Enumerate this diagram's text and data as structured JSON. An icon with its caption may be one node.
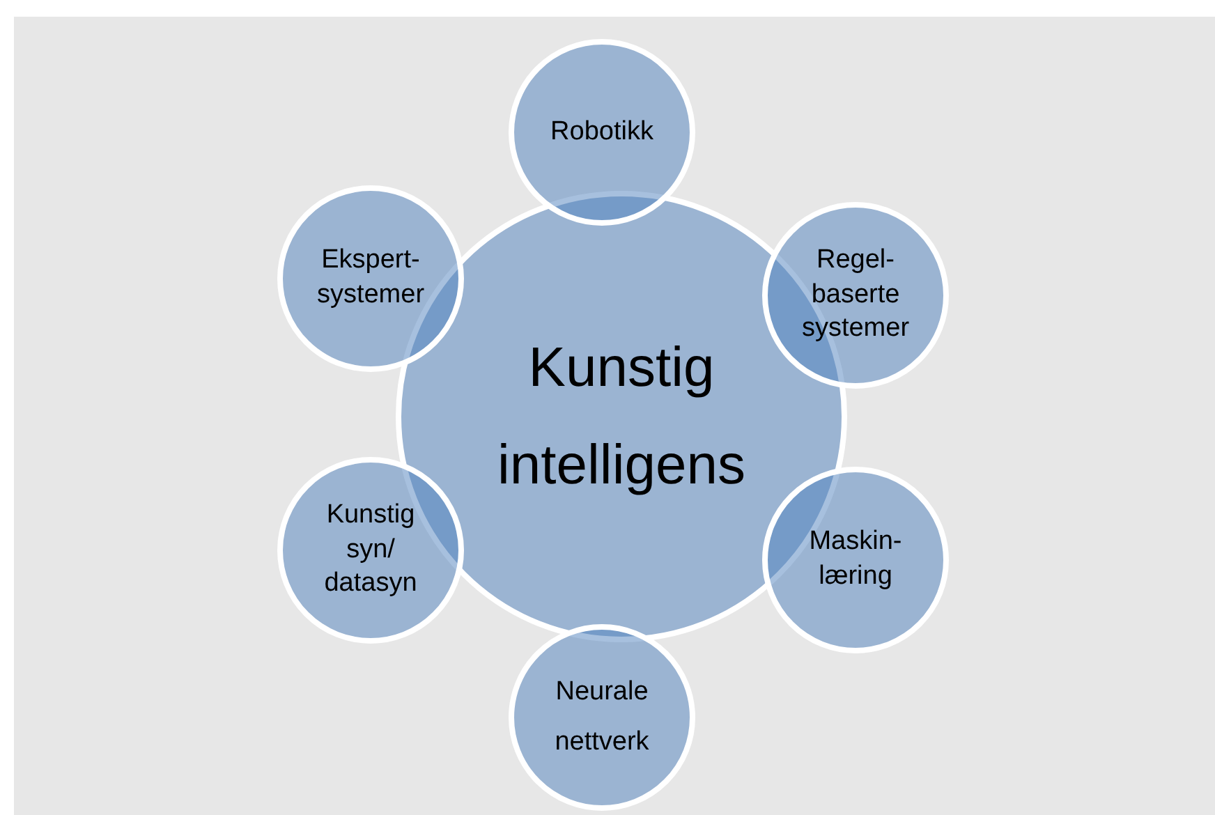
{
  "diagram": {
    "nodes": [
      {
        "text": [
          "Kunstig intelligens"
        ]
      },
      {
        "text": [
          "Robotikk"
        ]
      },
      {
        "text": [
          "Ekspert- systemer"
        ]
      },
      {
        "text": [
          "Regel- baserte systemer"
        ]
      },
      {
        "text": [
          "Kunstig syn/ datasyn"
        ]
      },
      {
        "text": [
          "Maskin- læring"
        ]
      },
      {
        "text": [
          "Neurale nettverk"
        ]
      }
    ]
  }
}
